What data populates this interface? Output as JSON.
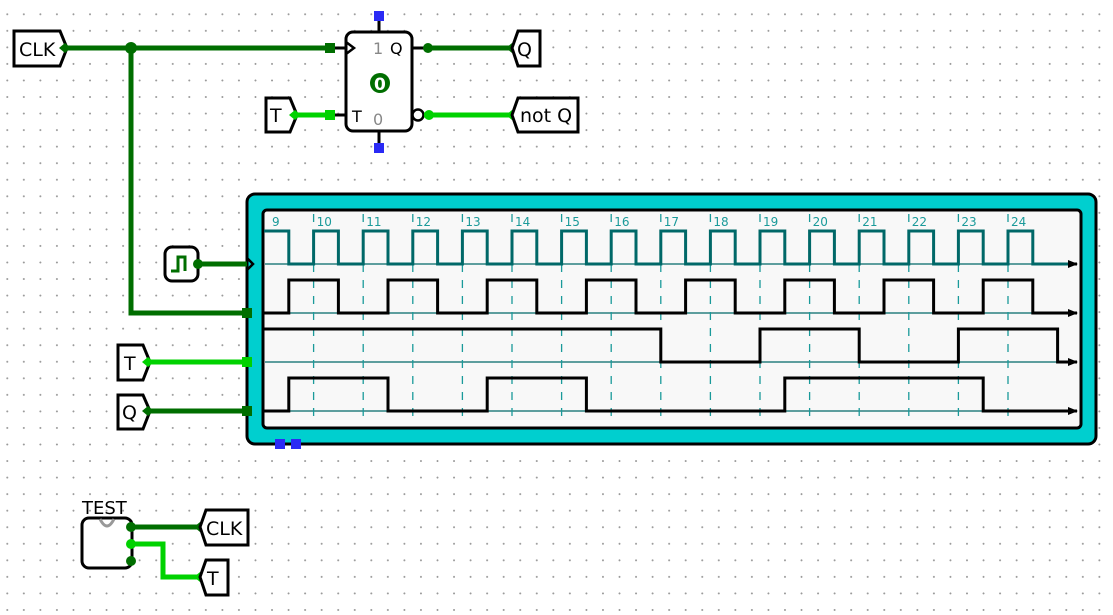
{
  "colors": {
    "wire_dark": "#006e00",
    "wire_light": "#00d200",
    "chrono_frame": "#00cfcf",
    "chrono_wave_clock": "#006868",
    "grid_teal": "#1a9a9a",
    "port_blue": "#2a2af5"
  },
  "tunnels": {
    "clk_top": "CLK",
    "q_out": "Q",
    "notq_out": "not Q",
    "t_in": "T",
    "t_chrono": "T",
    "q_chrono": "Q",
    "clk_test": "CLK",
    "t_test": "T"
  },
  "flipflop": {
    "type": "T flip-flop",
    "clock_input": "clock-triangle",
    "q_label": "Q",
    "t_label": "T",
    "set_value": "1",
    "reset_value": "0",
    "state": "0"
  },
  "test_component": {
    "label": "TEST"
  },
  "chronogram": {
    "ticks": [
      "9",
      "10",
      "11",
      "12",
      "13",
      "14",
      "15",
      "16",
      "17",
      "18",
      "19",
      "20",
      "21",
      "22",
      "23",
      "24"
    ],
    "end_time": 25.3,
    "signals": [
      {
        "source": "clock-generator",
        "changes": [
          [
            9,
            1
          ],
          [
            9.5,
            0
          ],
          [
            10,
            1
          ],
          [
            10.5,
            0
          ],
          [
            11,
            1
          ],
          [
            11.5,
            0
          ],
          [
            12,
            1
          ],
          [
            12.5,
            0
          ],
          [
            13,
            1
          ],
          [
            13.5,
            0
          ],
          [
            14,
            1
          ],
          [
            14.5,
            0
          ],
          [
            15,
            1
          ],
          [
            15.5,
            0
          ],
          [
            16,
            1
          ],
          [
            16.5,
            0
          ],
          [
            17,
            1
          ],
          [
            17.5,
            0
          ],
          [
            18,
            1
          ],
          [
            18.5,
            0
          ],
          [
            19,
            1
          ],
          [
            19.5,
            0
          ],
          [
            20,
            1
          ],
          [
            20.5,
            0
          ],
          [
            21,
            1
          ],
          [
            21.5,
            0
          ],
          [
            22,
            1
          ],
          [
            22.5,
            0
          ],
          [
            23,
            1
          ],
          [
            23.5,
            0
          ],
          [
            24,
            1
          ],
          [
            24.5,
            0
          ]
        ]
      },
      {
        "source": "CLK",
        "changes": [
          [
            9,
            0
          ],
          [
            9.5,
            1
          ],
          [
            10.5,
            0
          ],
          [
            11.5,
            1
          ],
          [
            12.5,
            0
          ],
          [
            13.5,
            1
          ],
          [
            14.5,
            0
          ],
          [
            15.5,
            1
          ],
          [
            16.5,
            0
          ],
          [
            17.5,
            1
          ],
          [
            18.5,
            0
          ],
          [
            19.5,
            1
          ],
          [
            20.5,
            0
          ],
          [
            21.5,
            1
          ],
          [
            22.5,
            0
          ],
          [
            23.5,
            1
          ],
          [
            24.5,
            0
          ]
        ]
      },
      {
        "source": "T",
        "changes": [
          [
            9,
            1
          ],
          [
            17,
            0
          ],
          [
            19,
            1
          ],
          [
            21,
            0
          ],
          [
            23,
            1
          ],
          [
            25,
            0
          ]
        ]
      },
      {
        "source": "Q",
        "changes": [
          [
            9,
            0
          ],
          [
            9.5,
            1
          ],
          [
            11.5,
            0
          ],
          [
            13.5,
            1
          ],
          [
            15.5,
            0
          ],
          [
            19.5,
            1
          ],
          [
            23.5,
            0
          ]
        ]
      }
    ]
  }
}
